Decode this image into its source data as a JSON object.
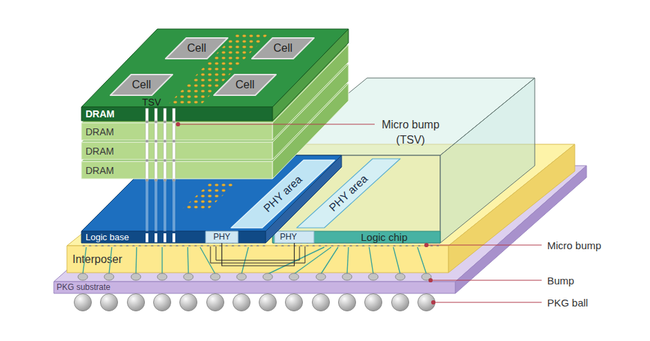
{
  "diagram": {
    "nodes": [
      {
        "text": [
          "DRAM"
        ]
      },
      {
        "text": [
          "Cell"
        ],
        "in": 0
      },
      {
        "text": [
          "Cell"
        ],
        "in": 0
      },
      {
        "text": [
          "Cell"
        ],
        "in": 0
      },
      {
        "text": [
          "Cell"
        ],
        "in": 0
      },
      {
        "text": [
          "DRAM"
        ]
      },
      {
        "text": [
          "DRAM"
        ]
      },
      {
        "text": [
          "DRAM"
        ]
      },
      {
        "text": [
          "Logic base"
        ]
      },
      {
        "text": [
          "PHY area"
        ],
        "in": 8
      },
      {
        "text": [
          "PHY"
        ],
        "in": 8
      },
      {
        "text": [
          "Logic chip"
        ]
      },
      {
        "text": [
          "PHY area"
        ],
        "in": 11
      },
      {
        "text": [
          "PHY"
        ],
        "in": 11
      },
      {
        "text": [
          "Interposer"
        ]
      },
      {
        "text": [
          "PKG substrate"
        ]
      }
    ],
    "edges": [
      {
        "from": 10,
        "to": 13,
        "arrow": "none"
      }
    ],
    "labels": [
      "TSV",
      "Micro bump (TSV)",
      "Micro bump",
      "Bump",
      "PKG ball"
    ]
  }
}
